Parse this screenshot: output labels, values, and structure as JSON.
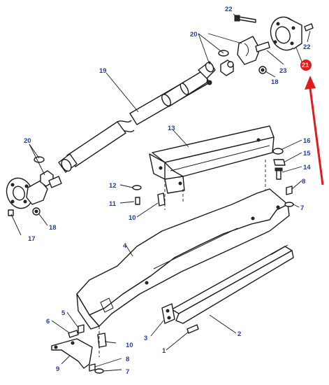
{
  "diagram": {
    "callouts": {
      "c22a": "22",
      "c22b": "22",
      "c21": "21",
      "c20a": "20",
      "c23": "23",
      "c19": "19",
      "c18a": "18",
      "c20b": "20",
      "c13": "13",
      "c16": "16",
      "c15": "15",
      "c14": "14",
      "c12": "12",
      "c11": "11",
      "c10a": "10",
      "c8a": "8",
      "c7a": "7",
      "c17": "17",
      "c18b": "18",
      "c4": "4",
      "c5": "5",
      "c6": "6",
      "c3": "3",
      "c2": "2",
      "c10b": "10",
      "c1": "1",
      "c9": "9",
      "c8b": "8",
      "c7b": "7"
    },
    "highlighted_part": "21",
    "colors": {
      "callout": "#1f3fa0",
      "highlight": "#e01b1b",
      "line": "#1a1a1a"
    }
  }
}
